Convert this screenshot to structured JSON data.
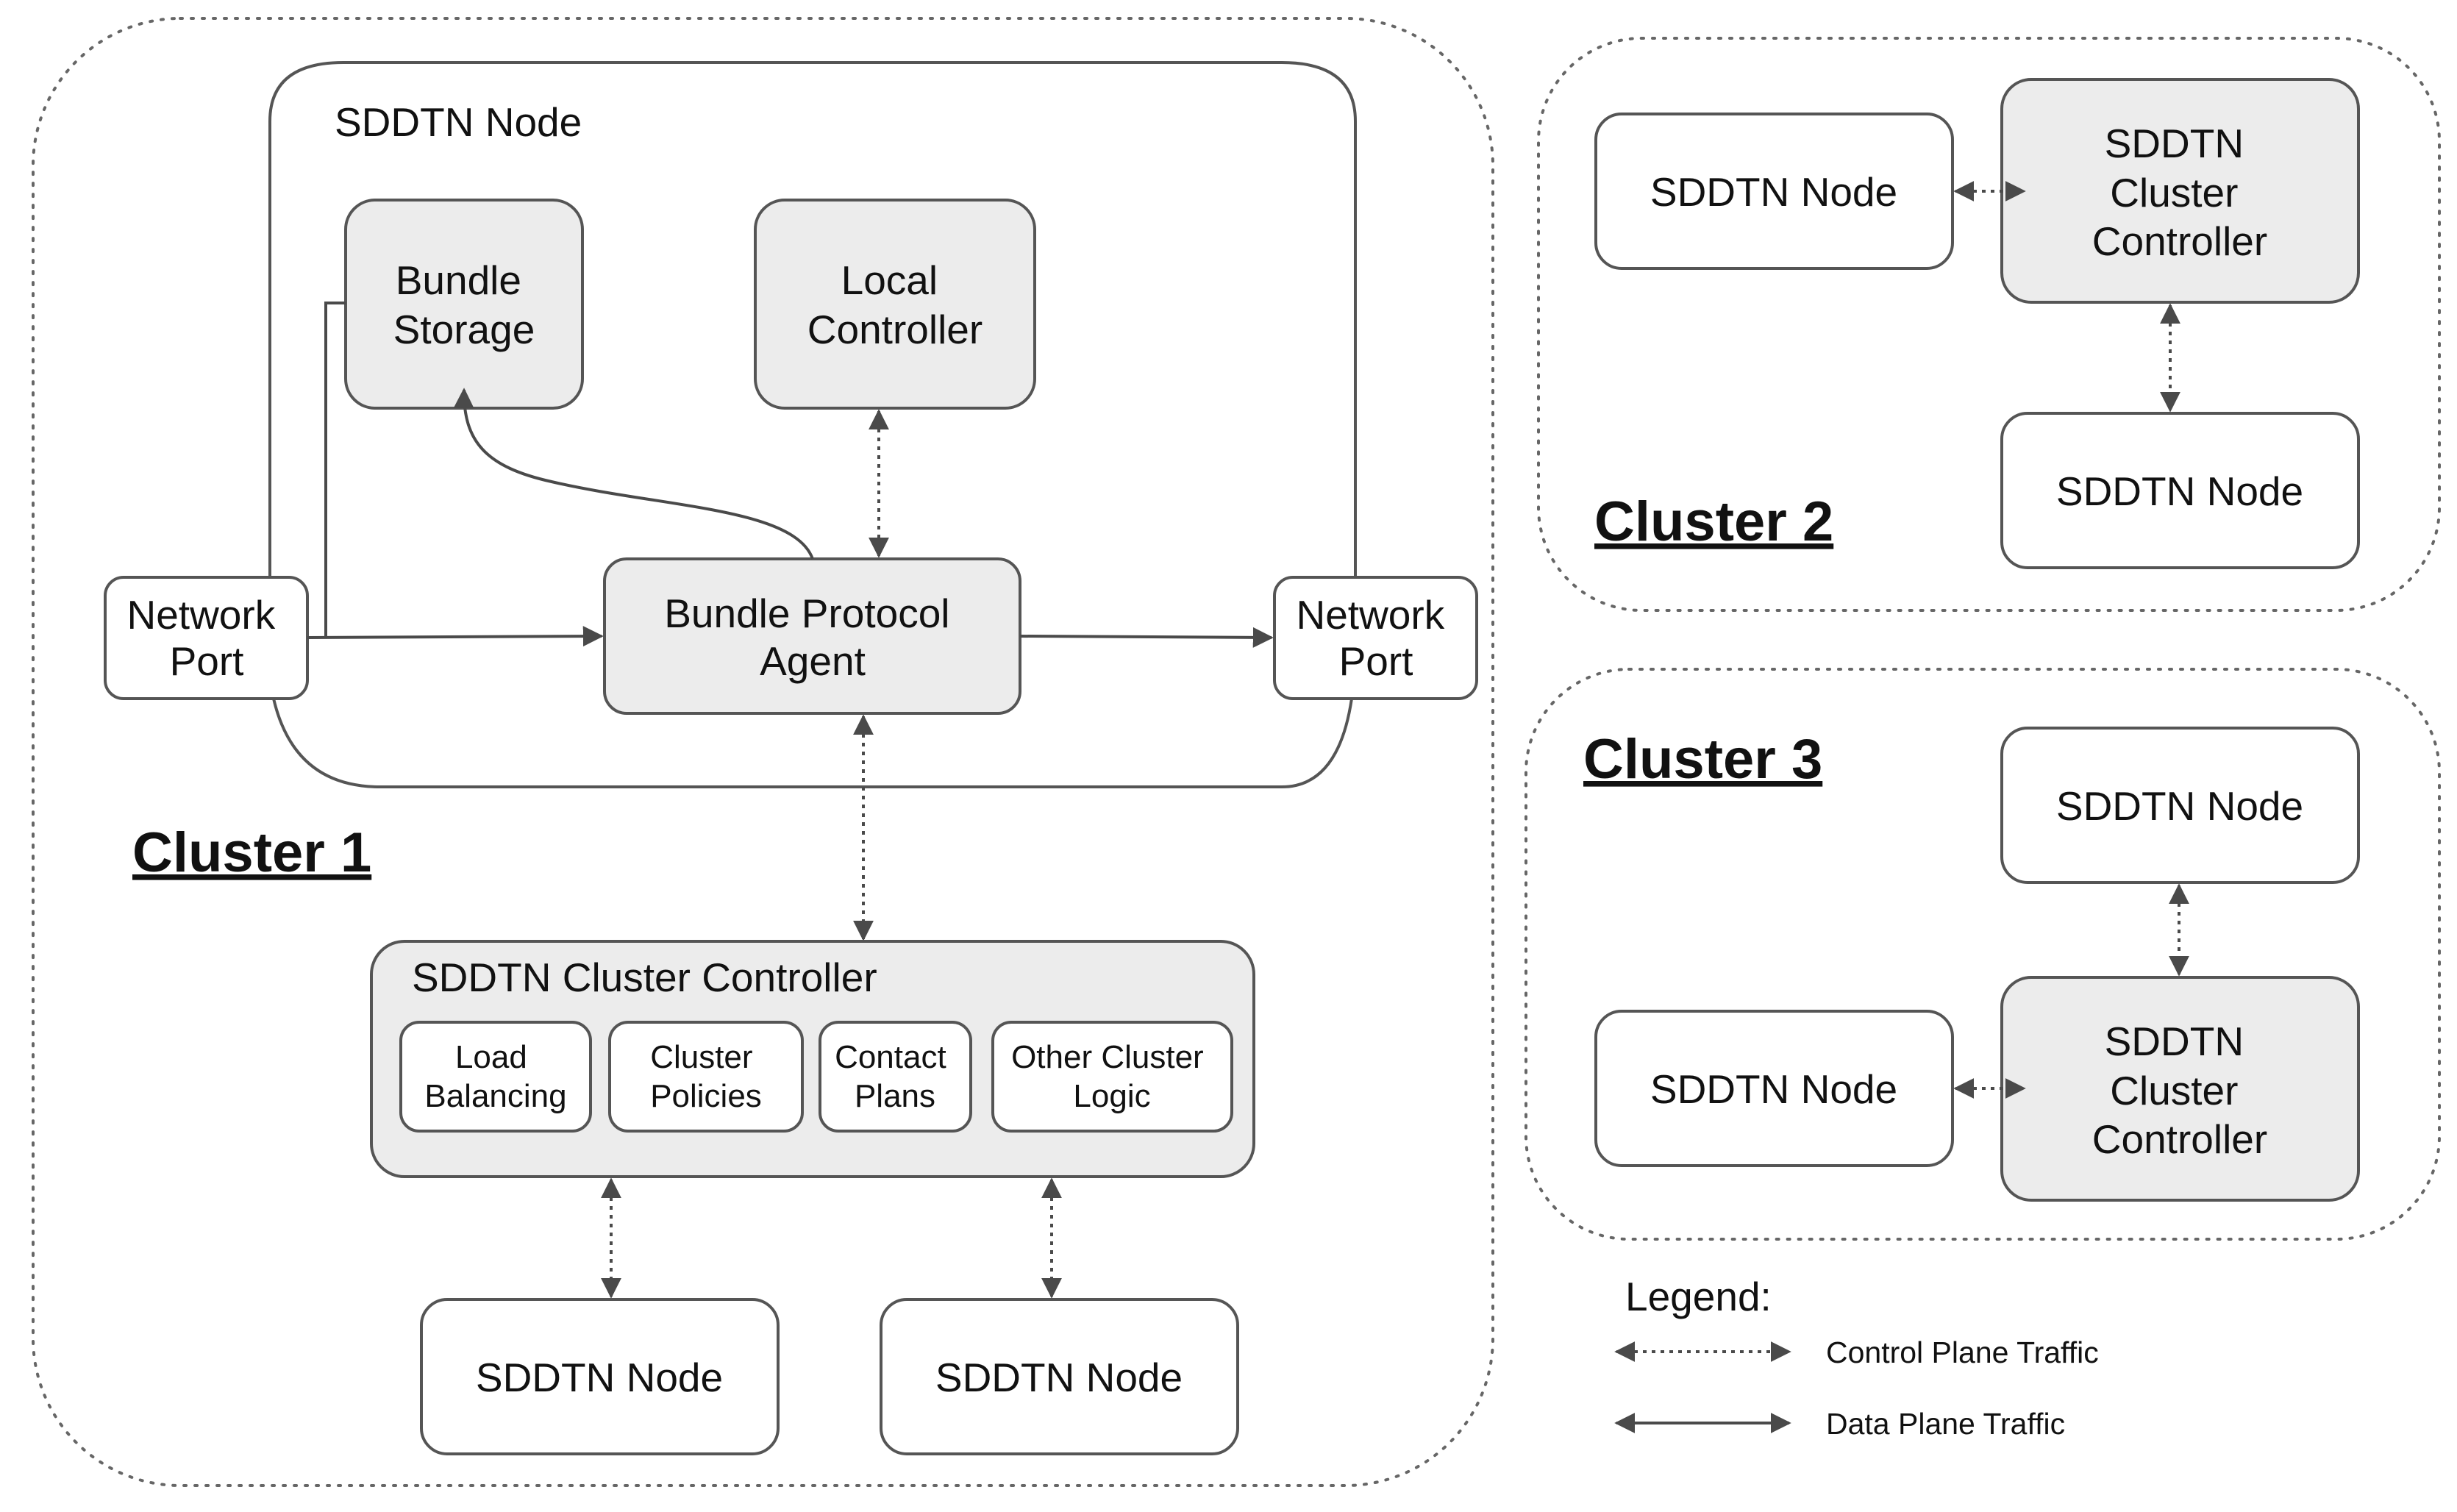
{
  "cluster1": {
    "title": "Cluster 1",
    "node_title": "SDDTN Node",
    "bundle_storage": [
      "Bundle",
      "Storage"
    ],
    "local_controller": [
      "Local",
      "Controller"
    ],
    "bundle_protocol_agent": [
      "Bundle Protocol",
      "Agent"
    ],
    "network_port_left": [
      "Network",
      "Port"
    ],
    "network_port_right": [
      "Network",
      "Port"
    ],
    "cluster_controller": {
      "title": "SDDTN Cluster Controller",
      "modules": [
        [
          "Load",
          "Balancing"
        ],
        [
          "Cluster",
          "Policies"
        ],
        [
          "Contact",
          "Plans"
        ],
        [
          "Other Cluster",
          "Logic"
        ]
      ]
    },
    "nodes": [
      "SDDTN Node",
      "SDDTN Node"
    ]
  },
  "cluster2": {
    "title": "Cluster 2",
    "node_left": "SDDTN Node",
    "controller": [
      "SDDTN",
      "Cluster",
      "Controller"
    ],
    "node_bottom": "SDDTN Node"
  },
  "cluster3": {
    "title": "Cluster 3",
    "node_top": "SDDTN Node",
    "node_left": "SDDTN Node",
    "controller": [
      "SDDTN",
      "Cluster",
      "Controller"
    ]
  },
  "legend": {
    "title": "Legend:",
    "control_plane": "Control Plane Traffic",
    "data_plane": "Data Plane Traffic"
  },
  "colors": {
    "box_fill_gray": "#ececec",
    "box_fill_white": "#ffffff",
    "stroke": "#555555",
    "arrow": "#4a4a4a"
  }
}
